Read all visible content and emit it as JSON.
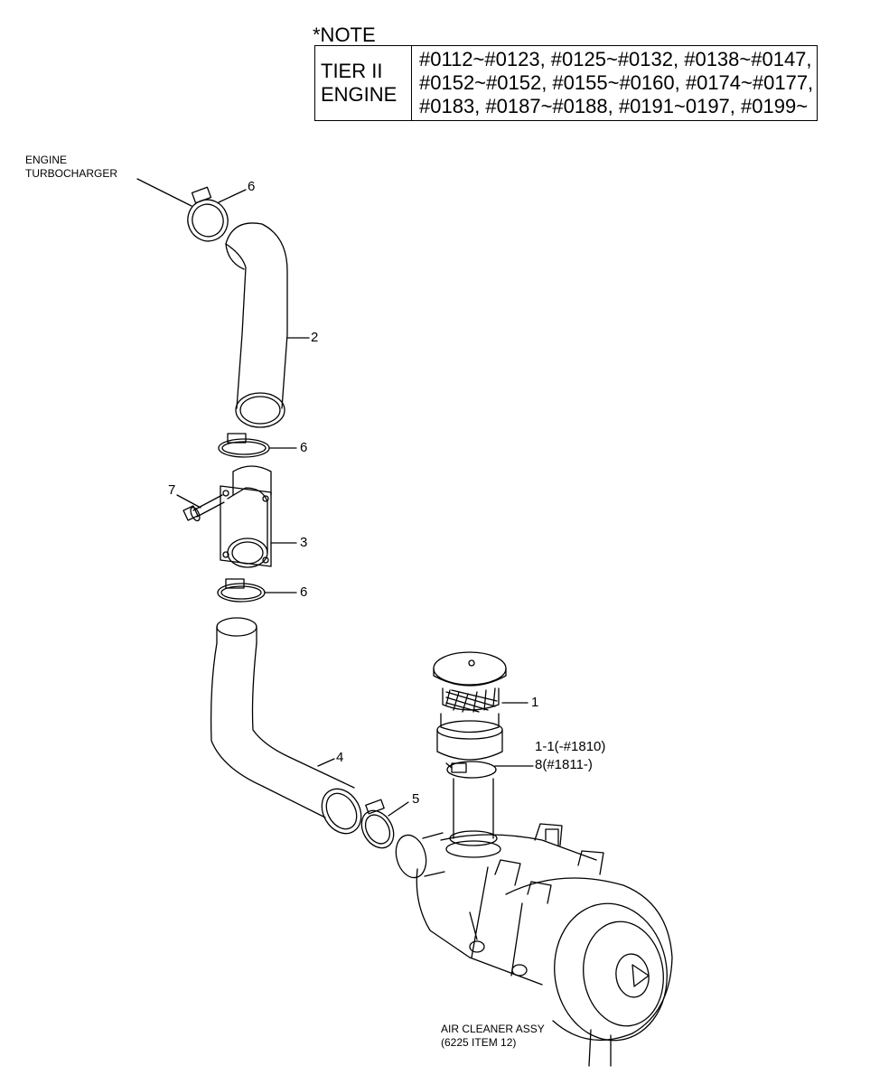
{
  "note": {
    "title": "*NOTE",
    "label_line1": "TIER II",
    "label_line2": "ENGINE",
    "serial_lines": [
      "#0112~#0123, #0125~#0132, #0138~#0147,",
      "#0152~#0152, #0155~#0160, #0174~#0177,",
      "#0183, #0187~#0188, #0191~0197, #0199~"
    ]
  },
  "labels": {
    "engine_line1": "ENGINE",
    "engine_line2": "TURBOCHARGER",
    "air_cleaner_line1": "AIR CLEANER ASSY",
    "air_cleaner_line2": "(6225 ITEM 12)"
  },
  "callouts": {
    "clamp_top": "6",
    "hose_upper": "2",
    "clamp_mid": "6",
    "bolt": "7",
    "adapter": "3",
    "clamp_lower": "6",
    "cap": "1",
    "cap_variant": "1-1(-#1810)",
    "clamp_cleaner": "8(#1811-)",
    "hose_lower": "4",
    "clamp_inlet": "5"
  }
}
